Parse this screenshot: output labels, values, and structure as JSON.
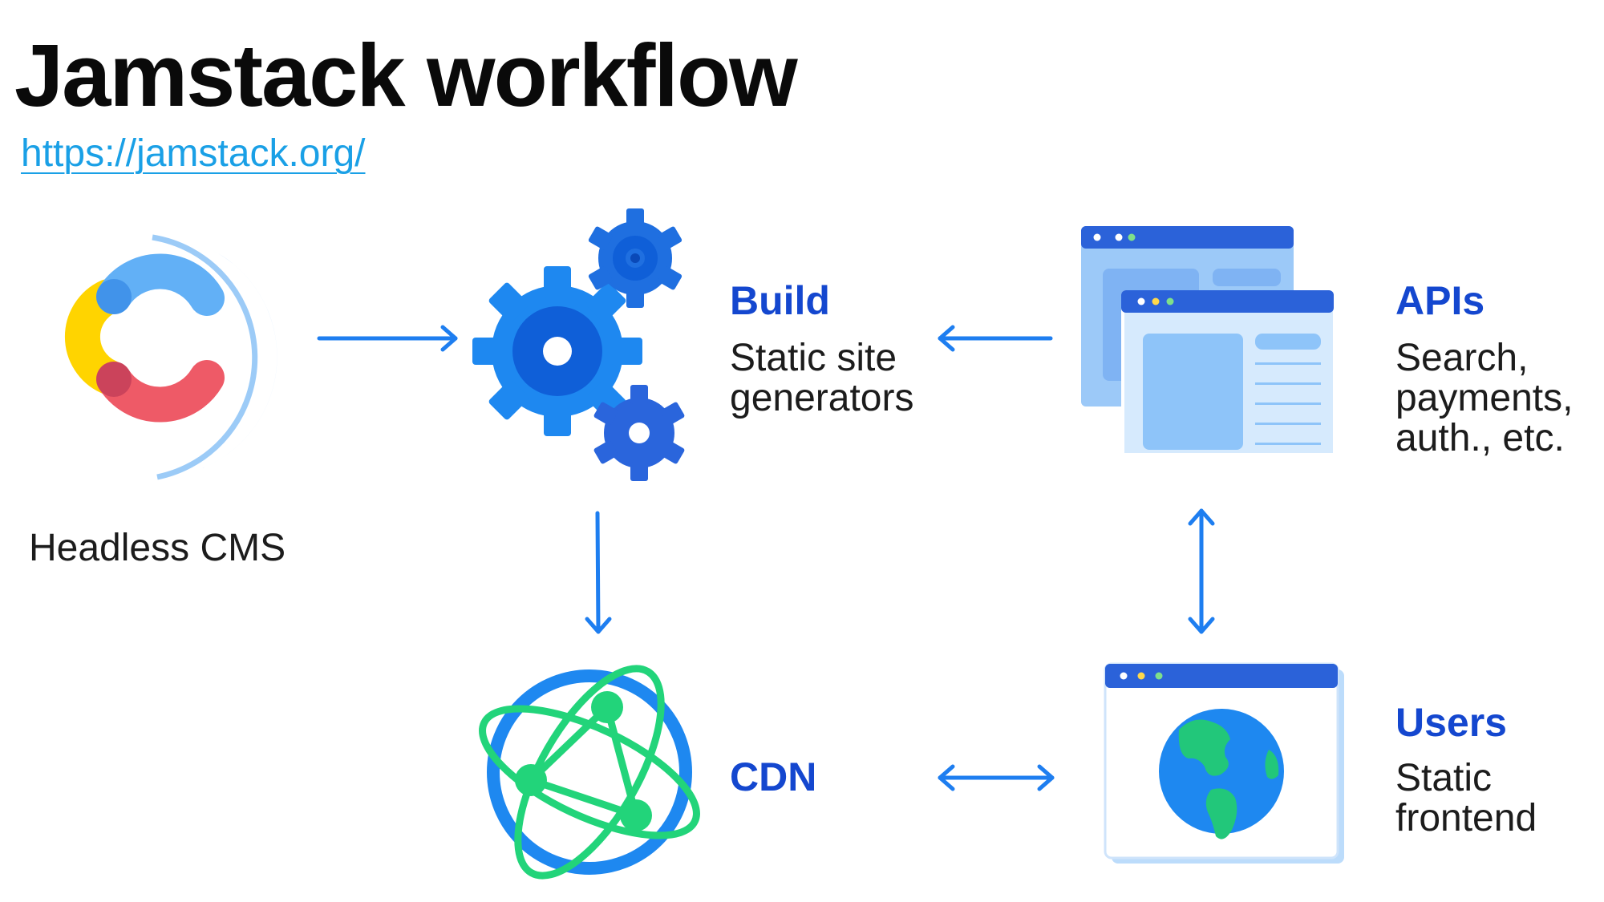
{
  "title": "Jamstack workflow",
  "link": "https://jamstack.org/",
  "nodes": {
    "cms": {
      "label": "Headless CMS",
      "icon": "contentful-logo-icon"
    },
    "build": {
      "heading": "Build",
      "desc_line1": "Static site",
      "desc_line2": "generators",
      "icon": "gears-icon"
    },
    "apis": {
      "heading": "APIs",
      "desc_line1": "Search,",
      "desc_line2": "payments,",
      "desc_line3": "auth., etc.",
      "icon": "browser-windows-icon"
    },
    "cdn": {
      "heading": "CDN",
      "icon": "network-globe-icon"
    },
    "users": {
      "heading": "Users",
      "desc_line1": "Static",
      "desc_line2": "frontend",
      "icon": "browser-globe-icon"
    }
  },
  "colors": {
    "heading": "#1447cf",
    "arrow": "#1e7ef0",
    "link": "#1aa0e6",
    "gear_primary": "#1e88f0",
    "gear_dark": "#0f5fd8",
    "cdn_ring": "#1e88f0",
    "cdn_orbit": "#22d47a",
    "window_header": "#2b62d9",
    "window_body": "#bcdcfb"
  }
}
